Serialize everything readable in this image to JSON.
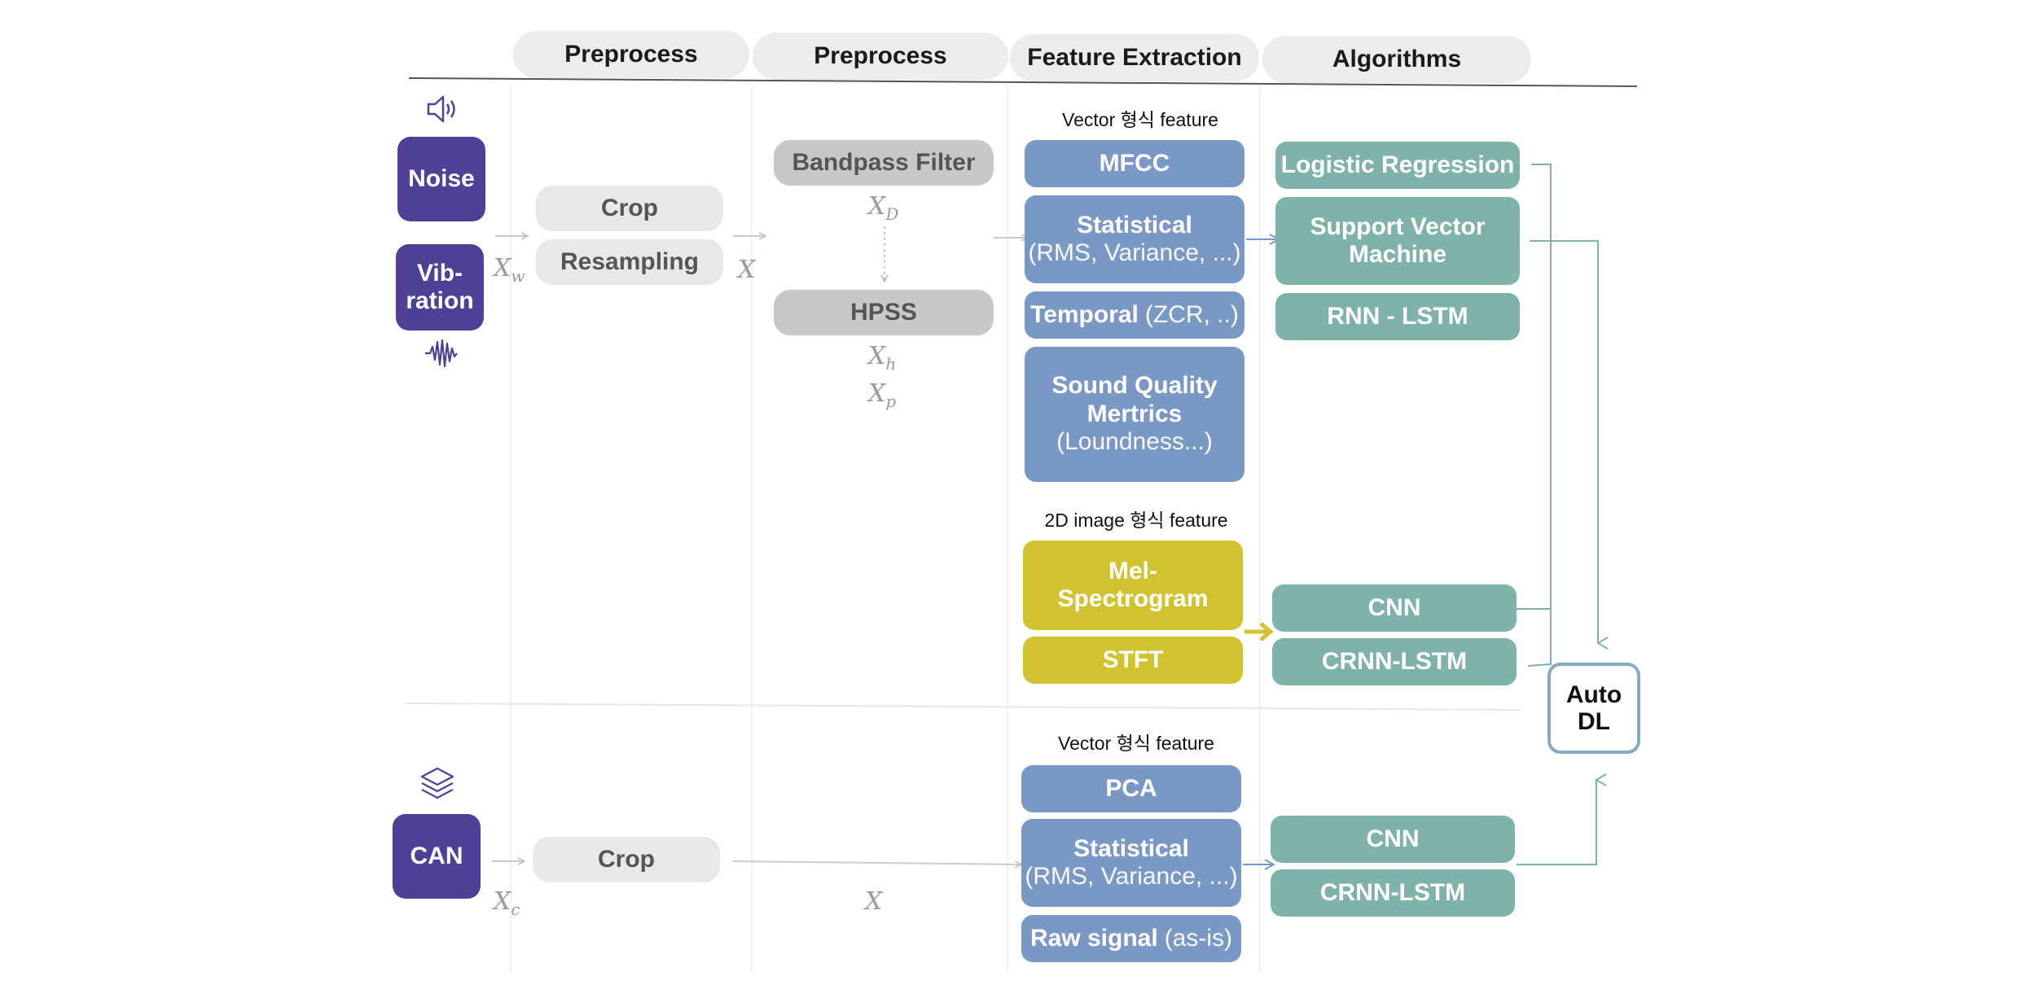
{
  "headers": [
    "Preprocess",
    "Preprocess",
    "Feature Extraction",
    "Algorithms"
  ],
  "inputs": {
    "noise": "Noise",
    "vibration": [
      "Vib-",
      "ration"
    ],
    "can": "CAN"
  },
  "symbols": {
    "xw": {
      "base": "X",
      "sub": "w"
    },
    "x_top": {
      "base": "X",
      "sub": ""
    },
    "xd": {
      "base": "X",
      "sub": "D"
    },
    "xh": {
      "base": "X",
      "sub": "h"
    },
    "xp": {
      "base": "X",
      "sub": "p"
    },
    "xc": {
      "base": "X",
      "sub": "c"
    },
    "x_bottom": {
      "base": "X",
      "sub": ""
    }
  },
  "preprocess1": {
    "crop": "Crop",
    "resampling": "Resampling",
    "crop_can": "Crop"
  },
  "preprocess2": {
    "bandpass": "Bandpass Filter",
    "hpss": "HPSS"
  },
  "features": {
    "vector_caption": "Vector 형식 feature",
    "image_caption": "2D image 형식 feature",
    "vector_caption_can": "Vector 형식 feature",
    "mfcc": "MFCC",
    "statistical": {
      "title": "Statistical",
      "sub": "(RMS, Variance, ...)"
    },
    "temporal": {
      "title": "Temporal",
      "sub": "(ZCR, ..)"
    },
    "sound_quality": {
      "l1": "Sound Quality",
      "l2": "Mertrics",
      "l3": "(Loundness...)"
    },
    "mel": [
      "Mel-",
      "Spectrogram"
    ],
    "stft": "STFT",
    "pca": "PCA",
    "statistical_can": {
      "title": "Statistical",
      "sub": "(RMS, Variance, ...)"
    },
    "raw": {
      "title": "Raw signal",
      "sub": "(as-is)"
    }
  },
  "algorithms": {
    "logistic": "Logistic Regression",
    "svm": [
      "Support Vector",
      "Machine"
    ],
    "rnn": "RNN - LSTM",
    "cnn": "CNN",
    "crnn": "CRNN-LSTM",
    "cnn_can": "CNN",
    "crnn_can": "CRNN-LSTM"
  },
  "autodl": [
    "Auto",
    "DL"
  ],
  "colors": {
    "input_purple": "#4f3f96",
    "feature_blue": "#7a98c4",
    "feature_yellow": "#d1c230",
    "algorithm_teal": "#7fb3a9",
    "autodl_border": "#86aac0",
    "preprocess_gray": "#c8c8c8"
  },
  "icons": [
    "speaker-icon",
    "waveform-icon",
    "layers-icon"
  ]
}
